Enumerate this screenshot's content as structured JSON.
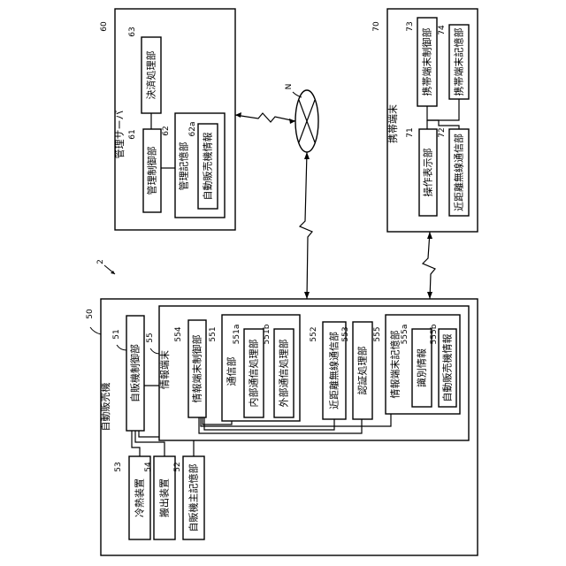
{
  "labels": {
    "vending_machine": "自動販売機",
    "vm_controller": "自販機制御部",
    "cooling_heating": "冷熱装置",
    "dispensing": "搬出装置",
    "vm_main_storage": "自販機主記憶部",
    "information_terminal": "情報端末",
    "info_terminal_controller": "情報端末制御部",
    "communication_unit": "通信部",
    "internal_comm": "内部通信処理部",
    "external_comm": "外部通信処理部",
    "short_range_comm": "近距離無線通信部",
    "authentication": "認証処理部",
    "info_terminal_storage": "情報端末記憶部",
    "identification_info": "識別情報",
    "vm_info": "自動販売機情報",
    "management_server": "管理サーバ",
    "payment_processing": "決済処理部",
    "management_controller": "管理制御部",
    "management_storage": "管理記憶部",
    "server_vm_info": "自動販売機情報",
    "mobile_terminal": "携帯端末",
    "mobile_controller": "携帯端末制御部",
    "mobile_storage": "携帯端末記憶部",
    "operation_display": "操作表示部",
    "mobile_short_range": "近距離無線通信部",
    "network": "N"
  },
  "refs": {
    "system": "2",
    "vending_machine": "50",
    "vm_controller": "51",
    "vm_main_storage": "52",
    "cooling_heating": "53",
    "dispensing": "54",
    "information_terminal": "55",
    "communication_unit": "551",
    "internal_comm": "551a",
    "external_comm": "551b",
    "short_range_comm": "552",
    "authentication": "553",
    "info_terminal_controller": "554",
    "info_terminal_storage": "555",
    "identification_info": "555a",
    "vm_info": "555b",
    "management_server": "60",
    "management_controller": "61",
    "management_storage": "62",
    "server_vm_info": "62a",
    "payment_processing": "63",
    "mobile_terminal": "70",
    "operation_display": "71",
    "mobile_short_range": "72",
    "mobile_controller": "73",
    "mobile_storage": "74"
  }
}
